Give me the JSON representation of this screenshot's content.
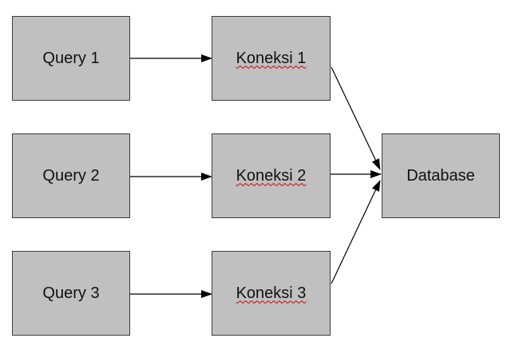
{
  "nodes": {
    "query_1": "Query 1",
    "query_2": "Query 2",
    "query_3": "Query 3",
    "koneksi_1": "Koneksi 1",
    "koneksi_2": "Koneksi 2",
    "koneksi_3": "Koneksi 3",
    "database": "Database"
  },
  "edges": [
    {
      "from": "query_1",
      "to": "koneksi_1"
    },
    {
      "from": "query_2",
      "to": "koneksi_2"
    },
    {
      "from": "query_3",
      "to": "koneksi_3"
    },
    {
      "from": "koneksi_1",
      "to": "database"
    },
    {
      "from": "koneksi_2",
      "to": "database"
    },
    {
      "from": "koneksi_3",
      "to": "database"
    }
  ],
  "colors": {
    "box_fill": "#c0c0c0",
    "box_border": "#3c3c3c",
    "arrow": "#000000",
    "spellcheck_underline": "#d00000"
  }
}
